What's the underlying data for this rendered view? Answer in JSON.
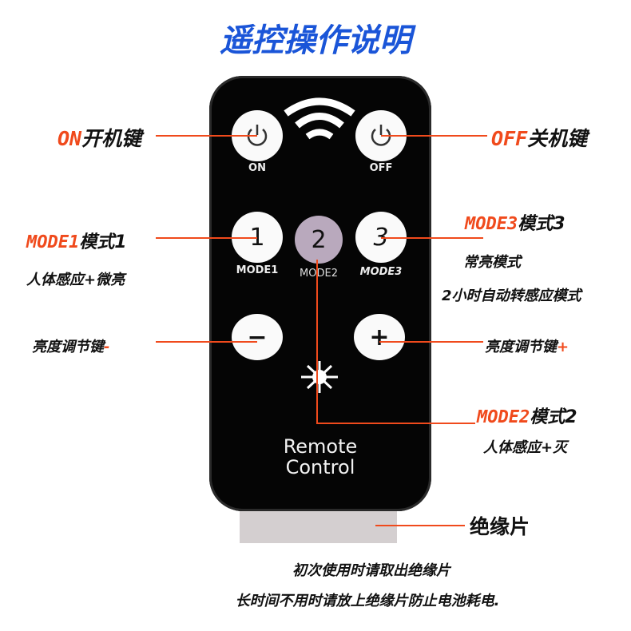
{
  "title": "遥控操作说明",
  "remote": {
    "on_label": "ON",
    "off_label": "OFF",
    "mode1_key": "1",
    "mode2_key": "2",
    "mode3_key": "3",
    "mode1_label": "MODE1",
    "mode2_label": "MODE2",
    "mode3_label": "MODE3",
    "minus_key": "−",
    "plus_key": "+",
    "brand_line1": "Remote",
    "brand_line2": "Control"
  },
  "annotations": {
    "on": {
      "code": "ON",
      "text": "开机键"
    },
    "off": {
      "code": "OFF",
      "text": "关机键"
    },
    "mode1": {
      "code": "MODE1",
      "text": "模式1",
      "desc": "人体感应+微亮"
    },
    "mode3": {
      "code": "MODE3",
      "text": "模式3",
      "desc1": "常亮模式",
      "desc2": "2小时自动转感应模式"
    },
    "minus": {
      "text": "亮度调节键",
      "sign": "-"
    },
    "plus": {
      "text": "亮度调节键",
      "sign": "+"
    },
    "mode2": {
      "code": "MODE2",
      "text": "模式2",
      "desc": "人体感应+灭"
    },
    "insulation": {
      "text": "绝缘片"
    }
  },
  "footer": {
    "line1": "初次使用时请取出绝缘片",
    "line2": "长时间不用时请放上绝缘片防止电池耗电."
  },
  "colors": {
    "title": "#1a55d8",
    "accent": "#f04a1c",
    "remote": "#050505",
    "mode2_button": "#b9a9bd",
    "insulation": "#d4cfd0"
  }
}
